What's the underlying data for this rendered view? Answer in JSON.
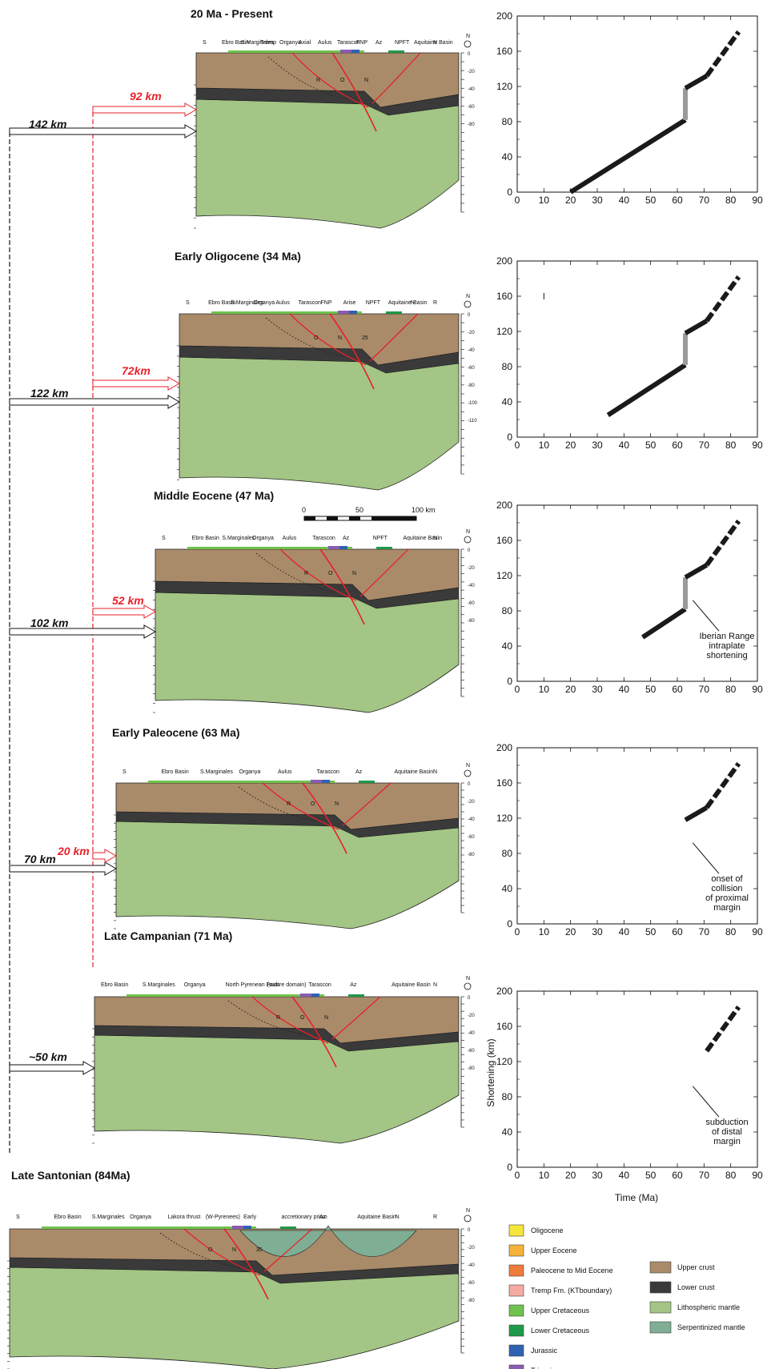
{
  "colors": {
    "upper_crust": "#a98b6a",
    "lower_crust": "#3a3a3a",
    "mantle": "#a3c585",
    "serpentinized": "#7fae95",
    "fault": "#e8202a",
    "oligocene": "#f5e63c",
    "upper_eocene": "#f6b33a",
    "paleocene_mid_eocene": "#f07b3b",
    "tremp": "#f6aaa2",
    "upper_cretaceous": "#6fc24d",
    "lower_cretaceous": "#1f9a4a",
    "jurassic": "#2f62b0",
    "triassic": "#8a5bb4"
  },
  "sections": [
    {
      "title": "20 Ma - Present",
      "total_km": "142 km",
      "red_km": "92 km",
      "labels": [
        "S",
        "Ebro Basin",
        "S.Marginales",
        "Tremp",
        "Organya",
        "Axial",
        "Aulus",
        "Tarascon",
        "FNP",
        "Az",
        "NPFT",
        "Aquitaine Basin",
        "N",
        "R",
        "O",
        "N"
      ],
      "depth_ticks": [
        "0",
        "-20",
        "-40",
        "-60",
        "-80"
      ]
    },
    {
      "title": "Early Oligocene (34 Ma)",
      "total_km": "122 km",
      "red_km": "72km",
      "labels": [
        "S",
        "Ebro Basin",
        "S.Marginales",
        "Organya",
        "Aulus",
        "Tarascon",
        "FNP",
        "Arise",
        "NPFT",
        "Aquitaine Basin",
        "N",
        "R",
        "O",
        "N",
        "25"
      ],
      "depth_ticks": [
        "0",
        "-20",
        "-40",
        "-60",
        "-80",
        "-100",
        "-110"
      ]
    },
    {
      "title": "Middle Eocene (47 Ma)",
      "total_km": "102 km",
      "red_km": "52 km",
      "labels": [
        "S",
        "Ebro Basin",
        "S.Marginales",
        "Organya",
        "Aulus",
        "Tarascon",
        "Az",
        "NPFT",
        "Aquitaine Basin",
        "N",
        "R",
        "O",
        "N"
      ],
      "scalebar": [
        "0",
        "50",
        "100 km"
      ],
      "depth_ticks": [
        "0",
        "-20",
        "-40",
        "-60",
        "-80"
      ]
    },
    {
      "title": "Early Paleocene (63 Ma)",
      "total_km": "70 km",
      "red_km": "20 km",
      "labels": [
        "S",
        "Ebro Basin",
        "S.Marginales",
        "Organya",
        "Aulus",
        "Tarascon",
        "Az",
        "Aquitaine Basin",
        "N",
        "R",
        "O",
        "N"
      ],
      "depth_ticks": [
        "0",
        "-20",
        "-40",
        "-60",
        "-80"
      ]
    },
    {
      "title": "Late Campanian (71 Ma)",
      "total_km": "~50 km",
      "red_km": "",
      "labels": [
        "Ebro Basin",
        "S.Marginales",
        "Organya",
        "North Pyrenean Fault",
        "(suture domain)",
        "Tarascon",
        "Az",
        "Aquitaine Basin",
        "N",
        "R",
        "O",
        "N"
      ],
      "depth_ticks": [
        "0",
        "-20",
        "-40",
        "-60",
        "-80"
      ]
    },
    {
      "title": "Late Santonian (84Ma)",
      "total_km": "",
      "red_km": "",
      "labels": [
        "S",
        "Ebro Basin",
        "S.Marginales",
        "Organya",
        "Lakora thrust",
        "(W-Pyrenees)",
        "Early",
        "accretionary prism",
        "Az",
        "Aquitaine Basin",
        "N",
        "R",
        "O",
        "N",
        "35"
      ],
      "depth_ticks": [
        "0",
        "-20",
        "-40",
        "-60",
        "-80"
      ]
    }
  ],
  "chart_data": [
    {
      "type": "line",
      "xlim": [
        0,
        90
      ],
      "ylim": [
        0,
        200
      ],
      "xticks": [
        "0",
        "10",
        "20",
        "30",
        "40",
        "50",
        "60",
        "70",
        "80",
        "90"
      ],
      "yticks": [
        "0",
        "40",
        "80",
        "120",
        "160",
        "200"
      ],
      "solid": [
        [
          20,
          0
        ],
        [
          63,
          82
        ]
      ],
      "gray": [
        [
          63,
          82
        ],
        [
          63,
          118
        ]
      ],
      "solid2": [
        [
          63,
          118
        ],
        [
          71,
          132
        ]
      ],
      "dashed": [
        [
          71,
          132
        ],
        [
          83,
          182
        ]
      ],
      "note": "",
      "marker": null
    },
    {
      "type": "line",
      "xlim": [
        0,
        90
      ],
      "ylim": [
        0,
        200
      ],
      "xticks": [
        "0",
        "10",
        "20",
        "30",
        "40",
        "50",
        "60",
        "70",
        "80",
        "90"
      ],
      "yticks": [
        "0",
        "40",
        "80",
        "120",
        "160",
        "200"
      ],
      "solid": [
        [
          34,
          25
        ],
        [
          63,
          82
        ]
      ],
      "gray": [
        [
          63,
          82
        ],
        [
          63,
          118
        ]
      ],
      "solid2": [
        [
          63,
          118
        ],
        [
          71,
          132
        ]
      ],
      "dashed": [
        [
          71,
          132
        ],
        [
          83,
          182
        ]
      ],
      "note": "",
      "marker": [
        10,
        160
      ]
    },
    {
      "type": "line",
      "xlim": [
        0,
        90
      ],
      "ylim": [
        0,
        200
      ],
      "xticks": [
        "0",
        "10",
        "20",
        "30",
        "40",
        "50",
        "60",
        "70",
        "80",
        "90"
      ],
      "yticks": [
        "0",
        "40",
        "80",
        "120",
        "160",
        "200"
      ],
      "solid": [
        [
          47,
          50
        ],
        [
          63,
          82
        ]
      ],
      "gray": [
        [
          63,
          82
        ],
        [
          63,
          118
        ]
      ],
      "solid2": [
        [
          63,
          118
        ],
        [
          71,
          132
        ]
      ],
      "dashed": [
        [
          71,
          132
        ],
        [
          83,
          182
        ]
      ],
      "note": [
        "Iberian Range",
        "intraplate",
        "shortening"
      ],
      "marker": null
    },
    {
      "type": "line",
      "xlim": [
        0,
        90
      ],
      "ylim": [
        0,
        200
      ],
      "xticks": [
        "0",
        "10",
        "20",
        "30",
        "40",
        "50",
        "60",
        "70",
        "80",
        "90"
      ],
      "yticks": [
        "0",
        "40",
        "80",
        "120",
        "160",
        "200"
      ],
      "solid": null,
      "gray": null,
      "solid2": [
        [
          63,
          118
        ],
        [
          71,
          132
        ]
      ],
      "dashed": [
        [
          71,
          132
        ],
        [
          83,
          182
        ]
      ],
      "note": [
        "onset of",
        "collision",
        "of proximal",
        "margin"
      ],
      "marker": null
    },
    {
      "type": "line",
      "xlim": [
        0,
        90
      ],
      "ylim": [
        0,
        200
      ],
      "xticks": [
        "0",
        "10",
        "20",
        "30",
        "40",
        "50",
        "60",
        "70",
        "80",
        "90"
      ],
      "yticks": [
        "0",
        "40",
        "80",
        "120",
        "160",
        "200"
      ],
      "ylabel": "Shortening (km)",
      "xlabel": "Time (Ma)",
      "solid": null,
      "gray": null,
      "solid2": null,
      "dashed": [
        [
          71,
          132
        ],
        [
          83,
          182
        ]
      ],
      "note": [
        "subduction",
        "of distal",
        "margin"
      ],
      "marker": null
    }
  ],
  "legend": {
    "left": [
      "Oligocene",
      "Upper Eocene",
      "Paleocene to Mid Eocene",
      "Tremp Fm. (KTboundary)",
      "Upper Cretaceous",
      "Lower Cretaceous",
      "Jurassic",
      "Triassic"
    ],
    "right": [
      "Upper crust",
      "Lower crust",
      "Lithospheric mantle",
      "Serpentinized mantle"
    ]
  }
}
